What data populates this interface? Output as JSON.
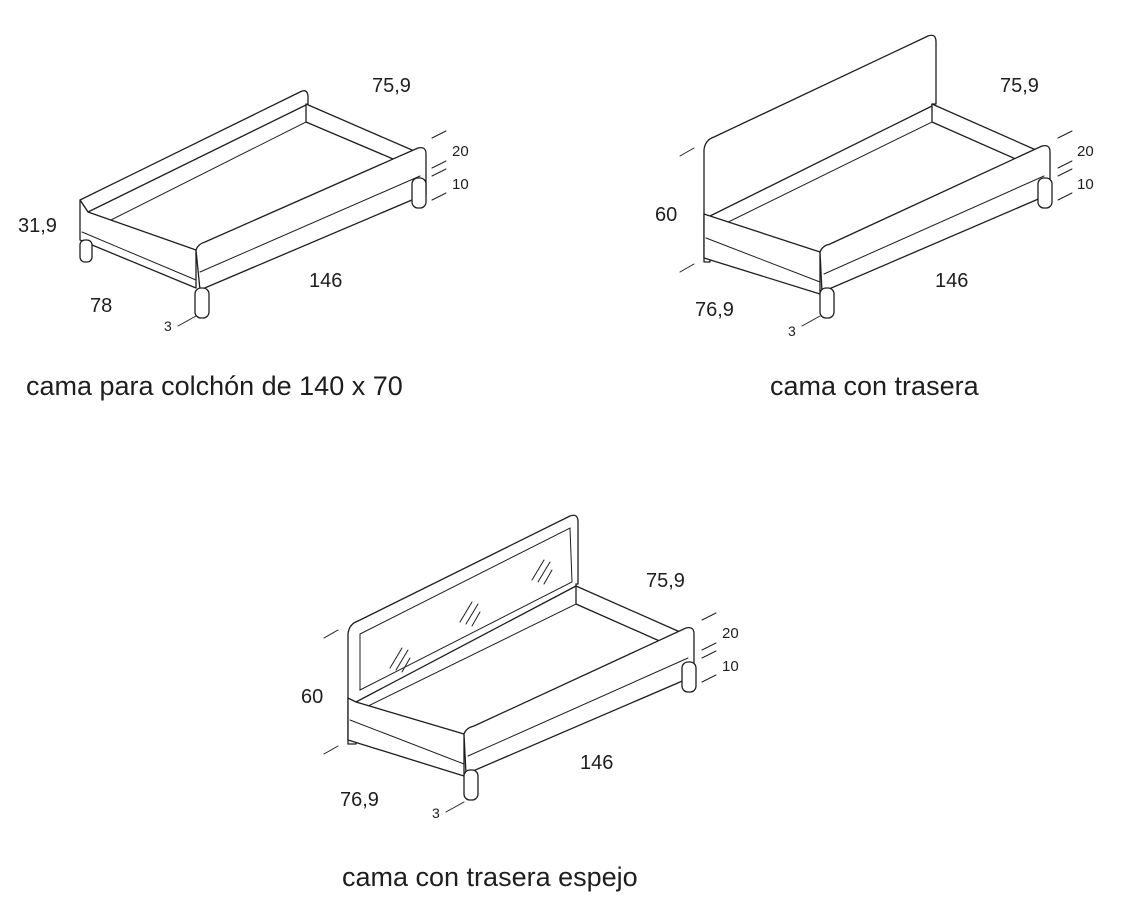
{
  "beds": [
    {
      "caption": "cama para colchón de 140 x 70",
      "dims": {
        "length": "146",
        "depth": "75,9",
        "width": "78",
        "height": "31,9",
        "side": "20",
        "leg": "10",
        "gap": "3"
      }
    },
    {
      "caption": "cama con trasera",
      "dims": {
        "length": "146",
        "depth": "75,9",
        "width": "76,9",
        "height": "60",
        "side": "20",
        "leg": "10",
        "gap": "3"
      }
    },
    {
      "caption": "cama con trasera espejo",
      "dims": {
        "length": "146",
        "depth": "75,9",
        "width": "76,9",
        "height": "60",
        "side": "20",
        "leg": "10",
        "gap": "3"
      }
    }
  ],
  "colors": {
    "ink": "#1e1e1e",
    "background": "#ffffff"
  }
}
